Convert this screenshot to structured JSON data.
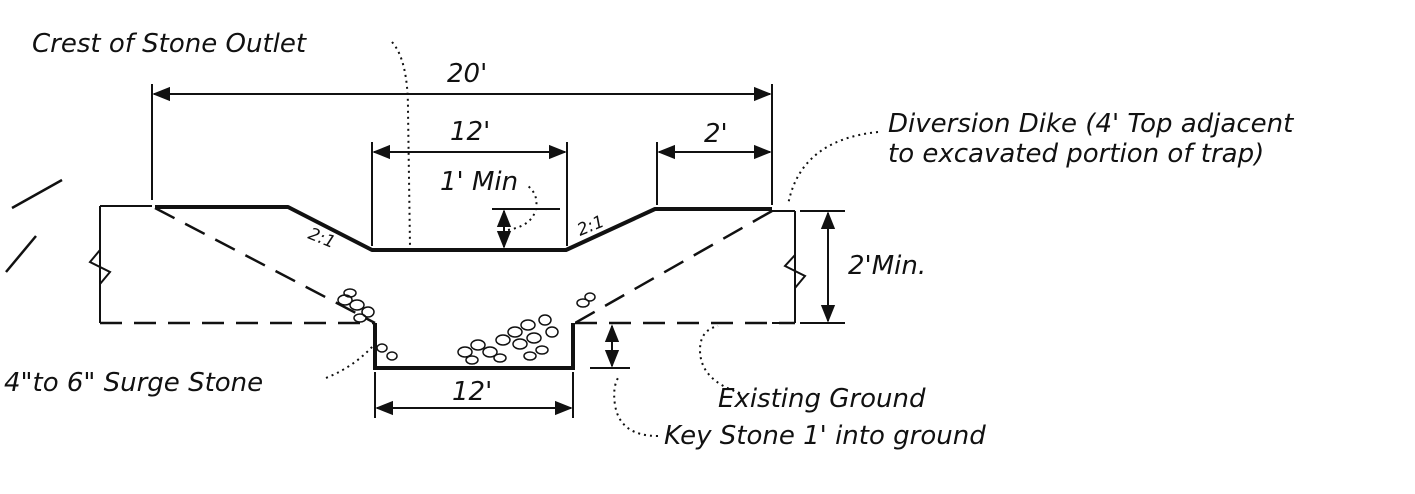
{
  "labels": {
    "crest": "Crest of Stone Outlet",
    "diversion_line1": "Diversion Dike (4' Top adjacent",
    "diversion_line2": "to excavated portion of trap)",
    "surge_stone": "4\"to 6\" Surge Stone",
    "existing_ground": "Existing Ground",
    "key_stone": "Key Stone 1' into ground"
  },
  "dimensions": {
    "overall_top": "20'",
    "crest_width": "12'",
    "right_top": "2'",
    "crest_depth": "1' Min",
    "dike_height": "2'Min.",
    "bottom_width": "12'",
    "slope_left": "2:1",
    "slope_right": "2:1"
  },
  "colors": {
    "ink": "#111111",
    "paper": "#ffffff"
  }
}
